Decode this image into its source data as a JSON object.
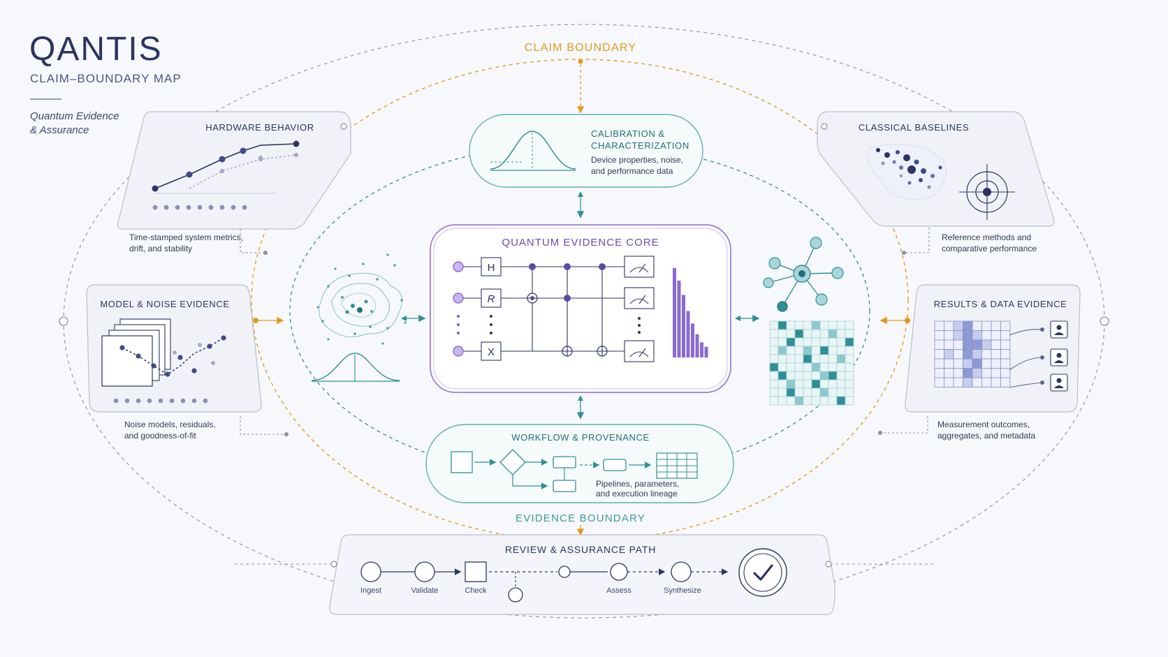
{
  "brand": {
    "title": "QANTIS",
    "subtitle": "CLAIM–BOUNDARY MAP",
    "tagline_line1": "Quantum Evidence",
    "tagline_line2": "& Assurance"
  },
  "boundaries": {
    "claim": "CLAIM BOUNDARY",
    "evidence": "EVIDENCE BOUNDARY"
  },
  "panels": {
    "hardware": {
      "title": "HARDWARE BEHAVIOR",
      "caption_line1": "Time-stamped system metrics,",
      "caption_line2": "drift, and stability"
    },
    "model_noise": {
      "title": "MODEL & NOISE EVIDENCE",
      "caption_line1": "Noise models, residuals,",
      "caption_line2": "and goodness-of-fit"
    },
    "classical": {
      "title": "CLASSICAL BASELINES",
      "caption_line1": "Reference methods and",
      "caption_line2": "comparative performance"
    },
    "results": {
      "title": "RESULTS & DATA EVIDENCE",
      "caption_line1": "Measurement outcomes,",
      "caption_line2": "aggregates, and metadata"
    }
  },
  "calibration": {
    "title_line1": "CALIBRATION &",
    "title_line2": "CHARACTERIZATION",
    "caption_line1": "Device properties, noise,",
    "caption_line2": "and performance data"
  },
  "core": {
    "title": "QUANTUM EVIDENCE CORE",
    "gates": [
      "H",
      "R",
      "X"
    ],
    "histogram": [
      1.0,
      0.86,
      0.7,
      0.52,
      0.38,
      0.26,
      0.17,
      0.12
    ]
  },
  "workflow": {
    "title": "WORKFLOW & PROVENANCE",
    "caption_line1": "Pipelines, parameters,",
    "caption_line2": "and execution lineage"
  },
  "review": {
    "title": "REVIEW & ASSURANCE PATH",
    "steps": [
      "Ingest",
      "Validate",
      "Check",
      "Assess",
      "Synthesize"
    ]
  },
  "colors": {
    "navy": "#2a3560",
    "purple": "#7b5cc4",
    "teal": "#2f8f98",
    "orange": "#e39a1d",
    "grey_dash": "#9aa0b4"
  }
}
